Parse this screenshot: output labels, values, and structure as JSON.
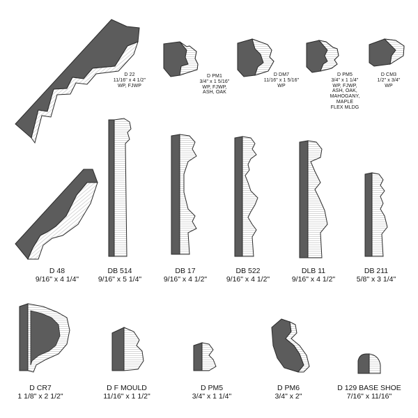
{
  "title": "",
  "colors": {
    "face": "#5c5c5c",
    "edge": "#2a2a2a",
    "grain": "#b5b5b5",
    "background": "#ffffff"
  },
  "moldings": [
    {
      "id": "d22",
      "name": "D 22",
      "lines": [
        "11/16\" x 4 1/2\"",
        "WP, FJWP"
      ]
    },
    {
      "id": "dpm1",
      "name": "D PM1",
      "lines": [
        "3/4\" x 1 5/16\"",
        "WP, FJWP,",
        "ASH, OAK"
      ]
    },
    {
      "id": "ddm7",
      "name": "D DM7",
      "lines": [
        "11/16\" x 1 5/16\"",
        "WP"
      ]
    },
    {
      "id": "dpm5s",
      "name": "D PM5",
      "lines": [
        "3/4\" x 1 1/4\"",
        "WP, FJWP,",
        "ASH, OAK,",
        "MAHOGANY,",
        "MAPLE",
        "FLEX MLDG"
      ]
    },
    {
      "id": "dcm3",
      "name": "D CM3",
      "lines": [
        "1/2\" x 3/4\"",
        "WP"
      ]
    },
    {
      "id": "d48",
      "name": "D 48",
      "lines": [
        "9/16\" x 4 1/4\""
      ]
    },
    {
      "id": "db514",
      "name": "DB 514",
      "lines": [
        "9/16\" x 5 1/4\""
      ]
    },
    {
      "id": "db17",
      "name": "DB 17",
      "lines": [
        "9/16\" x 4 1/2\""
      ]
    },
    {
      "id": "db522",
      "name": "DB 522",
      "lines": [
        "9/16\" x 4 1/2\""
      ]
    },
    {
      "id": "dlb11",
      "name": "DLB 11",
      "lines": [
        "9/16\" x 4 1/2\""
      ]
    },
    {
      "id": "db211",
      "name": "DB 211",
      "lines": [
        "5/8\" x 3 1/4\""
      ]
    },
    {
      "id": "dcr7",
      "name": "D CR7",
      "lines": [
        "1 1/8\" x 2 1/2\""
      ]
    },
    {
      "id": "dfm",
      "name": "D F MOULD",
      "lines": [
        "11/16\" x 1 1/2\""
      ]
    },
    {
      "id": "dpm5",
      "name": "D PM5",
      "lines": [
        "3/4\" x 1 1/4\""
      ]
    },
    {
      "id": "dpm6",
      "name": "D PM6",
      "lines": [
        "3/4\" x 2\""
      ]
    },
    {
      "id": "d129",
      "name": "D 129 BASE SHOE",
      "lines": [
        "7/16\" x 11/16\""
      ]
    }
  ]
}
